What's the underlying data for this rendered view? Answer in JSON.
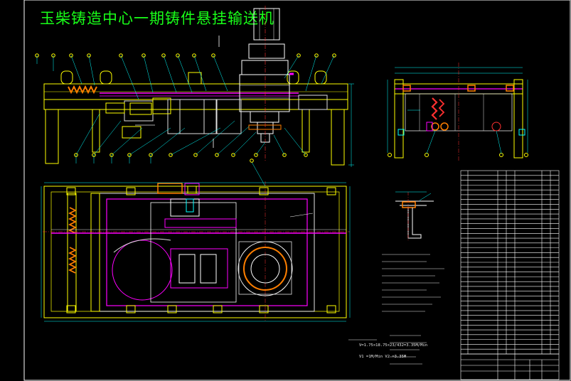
{
  "title": "玉柴铸造中心一期铸件悬挂输送机",
  "colors": {
    "background": "#000000",
    "title": "#19ff19",
    "frame_outline": "#ffff00",
    "chain_track": "#ff00ff",
    "centerline": "#ff3030",
    "dimension": "#00ffff",
    "annotation": "#ffffff"
  },
  "speed_formula_1": "V=1.75×18.75×23/432=3.35M/Min",
  "speed_formula_2": "V1 =1M/Min V2 =3.35M",
  "bom_row_count": 38
}
